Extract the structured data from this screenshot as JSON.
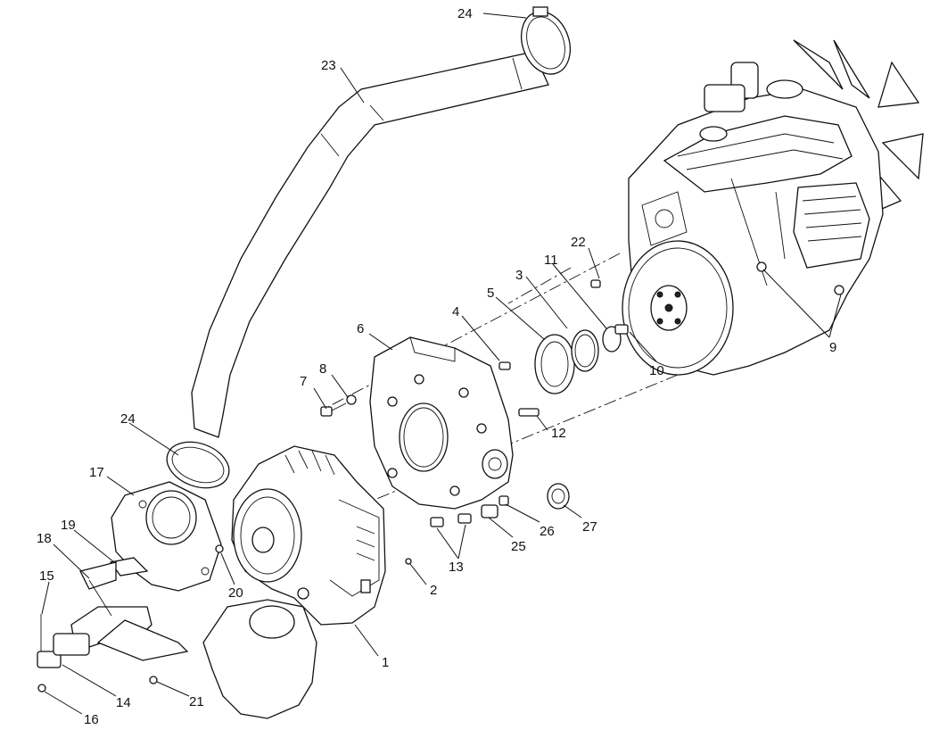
{
  "diagram": {
    "callouts": [
      "1",
      "2",
      "3",
      "4",
      "5",
      "6",
      "7",
      "8",
      "9",
      "10",
      "11",
      "12",
      "13",
      "14",
      "15",
      "16",
      "17",
      "18",
      "19",
      "20",
      "21",
      "22",
      "23",
      "24",
      "24",
      "25",
      "26",
      "27"
    ]
  }
}
